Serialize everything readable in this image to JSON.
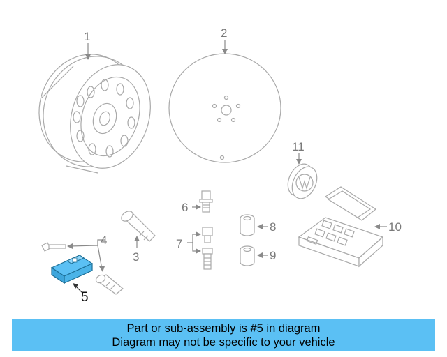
{
  "diagram": {
    "callouts": [
      {
        "id": "1",
        "label": "1"
      },
      {
        "id": "2",
        "label": "2"
      },
      {
        "id": "3",
        "label": "3"
      },
      {
        "id": "4",
        "label": "4"
      },
      {
        "id": "5",
        "label": "5",
        "selected": true
      },
      {
        "id": "6",
        "label": "6"
      },
      {
        "id": "7",
        "label": "7"
      },
      {
        "id": "8",
        "label": "8"
      },
      {
        "id": "9",
        "label": "9"
      },
      {
        "id": "10",
        "label": "10"
      },
      {
        "id": "11",
        "label": "11"
      }
    ],
    "highlight_color": "#5bc0f4",
    "line_color": "#a9a9a9"
  },
  "banner": {
    "line1": "Part or sub-assembly is #5 in diagram",
    "line2": "Diagram may not be specific to your vehicle",
    "background": "#5bc0f4"
  }
}
